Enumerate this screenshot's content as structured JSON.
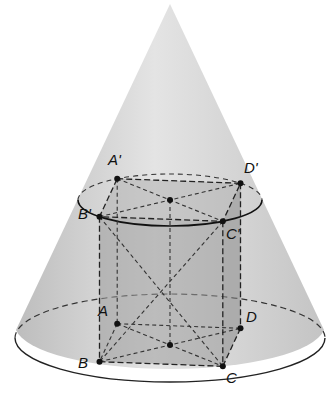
{
  "diagram": {
    "labels": [
      "A'",
      "D'",
      "B'",
      "C'",
      "A",
      "D",
      "B",
      "C"
    ]
  }
}
